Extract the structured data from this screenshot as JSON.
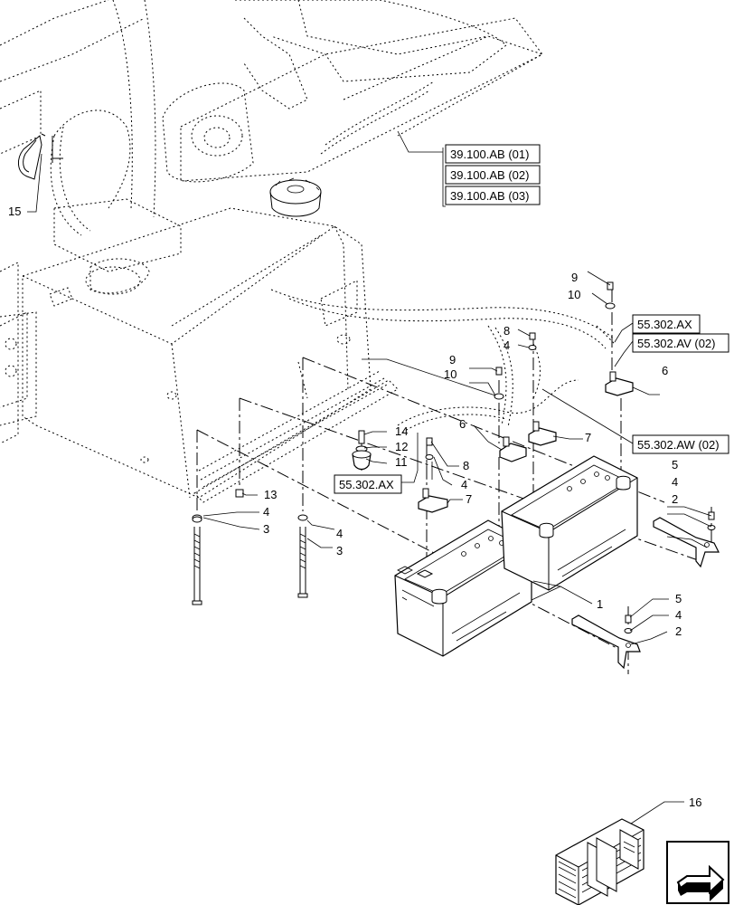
{
  "callouts": {
    "c1": "1",
    "c2a": "2",
    "c2b": "2",
    "c3a": "3",
    "c3b": "3",
    "c4a": "4",
    "c4b": "4",
    "c4c": "4",
    "c4d": "4",
    "c4e": "4",
    "c4f": "4",
    "c5a": "5",
    "c5b": "5",
    "c6a": "6",
    "c6b": "6",
    "c7a": "7",
    "c7b": "7",
    "c8a": "8",
    "c8b": "8",
    "c9a": "9",
    "c9b": "9",
    "c10a": "10",
    "c10b": "10",
    "c11": "11",
    "c12": "12",
    "c13": "13",
    "c14": "14",
    "c15": "15",
    "c16": "16"
  },
  "refs": {
    "r39_01": "39.100.AB (01)",
    "r39_02": "39.100.AB (02)",
    "r39_03": "39.100.AB (03)",
    "r55_ax_top": "55.302.AX",
    "r55_av": "55.302.AV (02)",
    "r55_aw": "55.302.AW (02)",
    "r55_ax_left": "55.302.AX"
  },
  "icons": {
    "nav": "next-page-arrow-icon",
    "crate": "crate-icon"
  }
}
